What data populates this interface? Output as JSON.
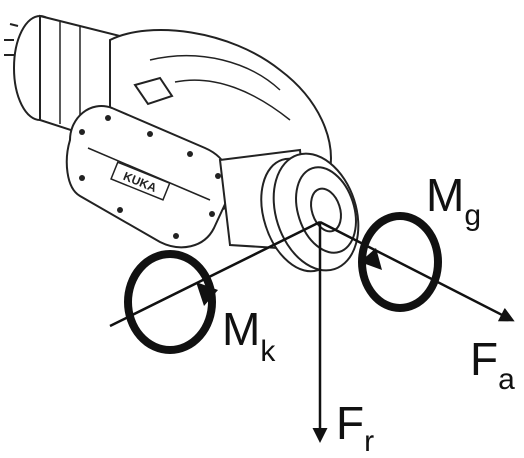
{
  "diagram": {
    "brand_plate_text": "KUKA",
    "labels": {
      "mg": {
        "main": "M",
        "sub": "g"
      },
      "mk": {
        "main": "M",
        "sub": "k"
      },
      "fa": {
        "main": "F",
        "sub": "a"
      },
      "fr": {
        "main": "F",
        "sub": "r"
      }
    },
    "colors": {
      "ink": "#111111",
      "paper": "#ffffff",
      "line_gray": "#555555"
    }
  }
}
